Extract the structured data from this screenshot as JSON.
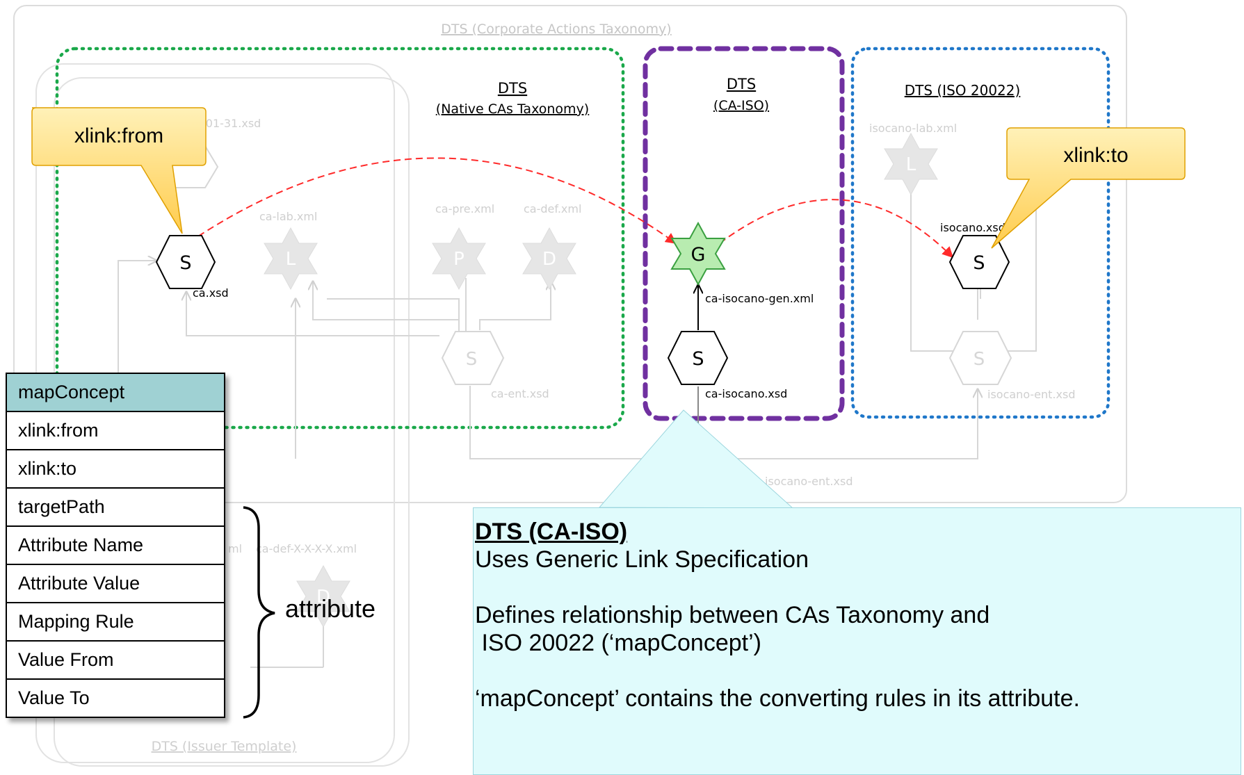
{
  "outer_box_title": "DTS (Corporate Actions Taxonomy)",
  "native_box": {
    "title_line1": "DTS",
    "title_line2": "(Native CAs Taxonomy)"
  },
  "caiso_box": {
    "title_line1": "DTS",
    "title_line2": "(CA-ISO)"
  },
  "iso_box": {
    "title": "DTS (ISO 20022)"
  },
  "issuer_box_title": "DTS (Issuer Template)",
  "faded_labels": {
    "date_xsd": "-01-31.xsd",
    "ca_lab": "ca-lab.xml",
    "ca_pre": "ca-pre.xml",
    "ca_def": "ca-def.xml",
    "ca_ent": "ca-ent.xsd",
    "isocano_lab": "isocano-lab.xml",
    "isocano_ent": "isocano-ent.xsd",
    "isocano_ent2": "isocano-ent.xsd",
    "ca_def_x": "ca-def-X-X-X-X.xml",
    "xml_frag": "ml"
  },
  "nodes": {
    "ca_xsd": {
      "glyph": "S",
      "label": "ca.xsd"
    },
    "generic": {
      "glyph": "G",
      "label": "ca-isocano-gen.xml"
    },
    "ca_isocano": {
      "glyph": "S",
      "label": "ca-isocano.xsd"
    },
    "isocano": {
      "glyph": "S",
      "label": "isocano.xsd"
    },
    "faded_s": "S",
    "faded_l": "L",
    "faded_p": "P",
    "faded_d": "D"
  },
  "callouts": {
    "from": "xlink:from",
    "to": "xlink:to"
  },
  "attribute_table": {
    "header": "mapConcept",
    "rows": [
      "xlink:from",
      "xlink:to",
      "targetPath",
      "Attribute Name",
      "Attribute Value",
      "Mapping Rule",
      "Value From",
      "Value To"
    ]
  },
  "brace_label": "attribute",
  "note": {
    "title": "DTS (CA-ISO)",
    "line1": "Uses Generic Link Specification",
    "line2": "Defines relationship between CAs Taxonomy and",
    "line3": " ISO 20022 (‘mapConcept’)",
    "line4": "‘mapConcept’ contains the converting rules in its attribute."
  },
  "colors": {
    "green_box": "#1aa84a",
    "purple_box": "#7030a0",
    "blue_box": "#1f77c9",
    "red_link": "#ff2a2a",
    "callout_fill": "#ffd966",
    "generic_fill": "#b8ecb0",
    "faded": "#d6d6d6"
  }
}
